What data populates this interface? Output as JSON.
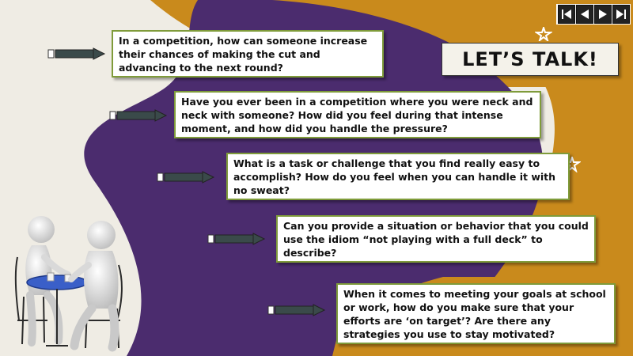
{
  "slide": {
    "title": "LET’S TALK!",
    "questions": [
      "In a competition, how can someone increase their chances of making the cut and advancing to the next round?",
      "Have you ever been in a competition where you were neck and neck with someone? How did you feel during that intense moment, and how did you handle the pressure?",
      "What is a task or challenge that you find really easy to accomplish? How do you feel when you can handle it with no sweat?",
      "Can you provide a situation or behavior that you could use the idiom “not playing with a full deck” to describe?",
      "When it comes to meeting your goals at school or work, how do you make sure that your efforts are ‘on target’? Are there any strategies you use to stay motivated?"
    ]
  },
  "nav": [
    "first-slide-icon",
    "previous-slide-icon",
    "next-slide-icon",
    "last-slide-icon"
  ],
  "colors": {
    "background": "#efece4",
    "purple": "#4b2c6e",
    "gold": "#c98a1c",
    "box_border": "#7f9b3a",
    "arrow": "#3a4a4a"
  }
}
